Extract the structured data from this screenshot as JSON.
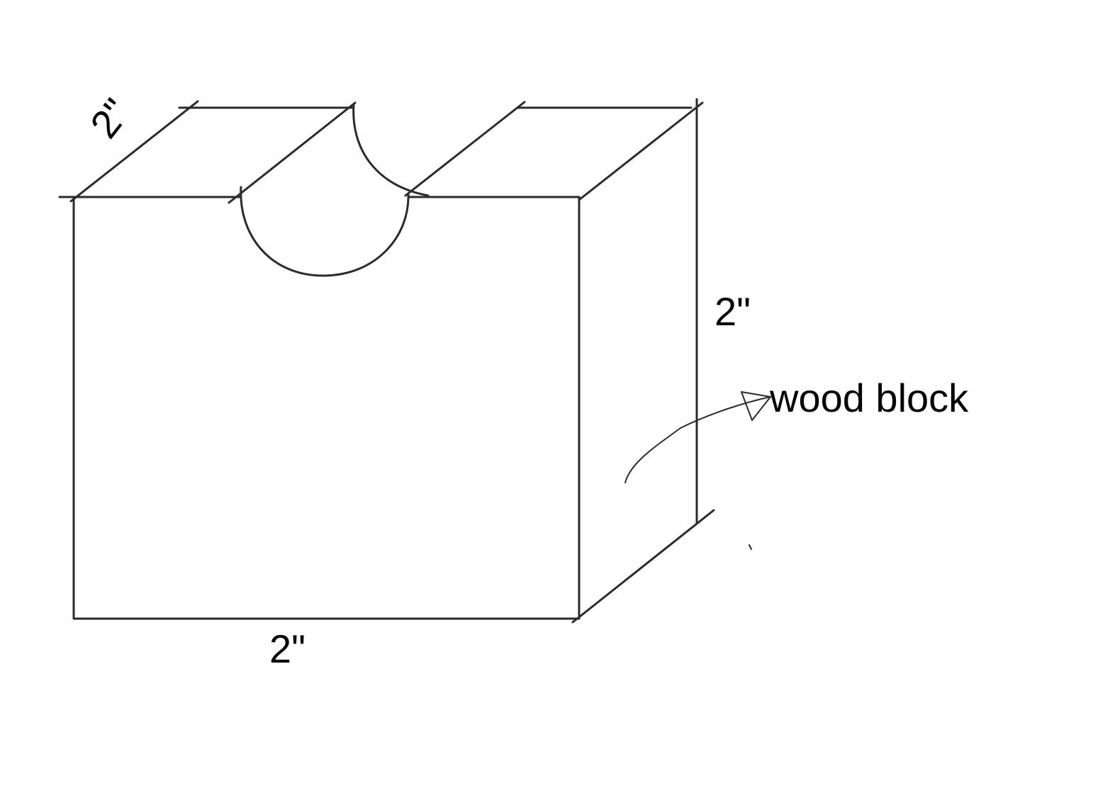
{
  "diagram": {
    "dimensions": {
      "depth": "2\"",
      "height": "2\"",
      "width": "2\""
    },
    "callout": {
      "label": "wood block"
    }
  }
}
